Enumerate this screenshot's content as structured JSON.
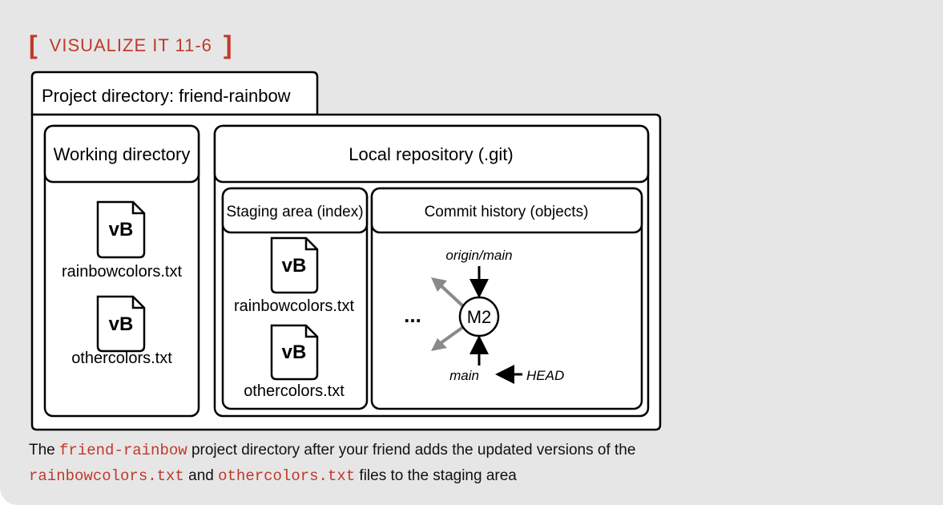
{
  "header": {
    "bracket_open": "[",
    "title": "VISUALIZE IT 11-6",
    "bracket_close": "]"
  },
  "diagram": {
    "project_label": "Project directory: friend-rainbow",
    "working_dir": {
      "label": "Working directory",
      "files": [
        {
          "icon_text": "vB",
          "name": "rainbowcolors.txt"
        },
        {
          "icon_text": "vB",
          "name": "othercolors.txt"
        }
      ]
    },
    "local_repo": {
      "label": "Local repository (.git)"
    },
    "staging": {
      "label": "Staging area (index)",
      "files": [
        {
          "icon_text": "vB",
          "name": "rainbowcolors.txt"
        },
        {
          "icon_text": "vB",
          "name": "othercolors.txt"
        }
      ]
    },
    "history": {
      "label": "Commit history (objects)",
      "ellipsis": "...",
      "commit": "M2",
      "origin_ref": "origin/main",
      "branch": "main",
      "head": "HEAD"
    }
  },
  "caption": {
    "p1": "The ",
    "c1": "friend-rainbow",
    "p2": " project directory after your friend adds the updated versions of the",
    "c2": "rainbowcolors.txt",
    "p3": " and ",
    "c3": "othercolors.txt",
    "p4": " files to the staging area"
  },
  "colors": {
    "title_red": "#c0392b",
    "gray_arrow": "#8a8a8a",
    "panel_bg": "#e6e6e6"
  }
}
